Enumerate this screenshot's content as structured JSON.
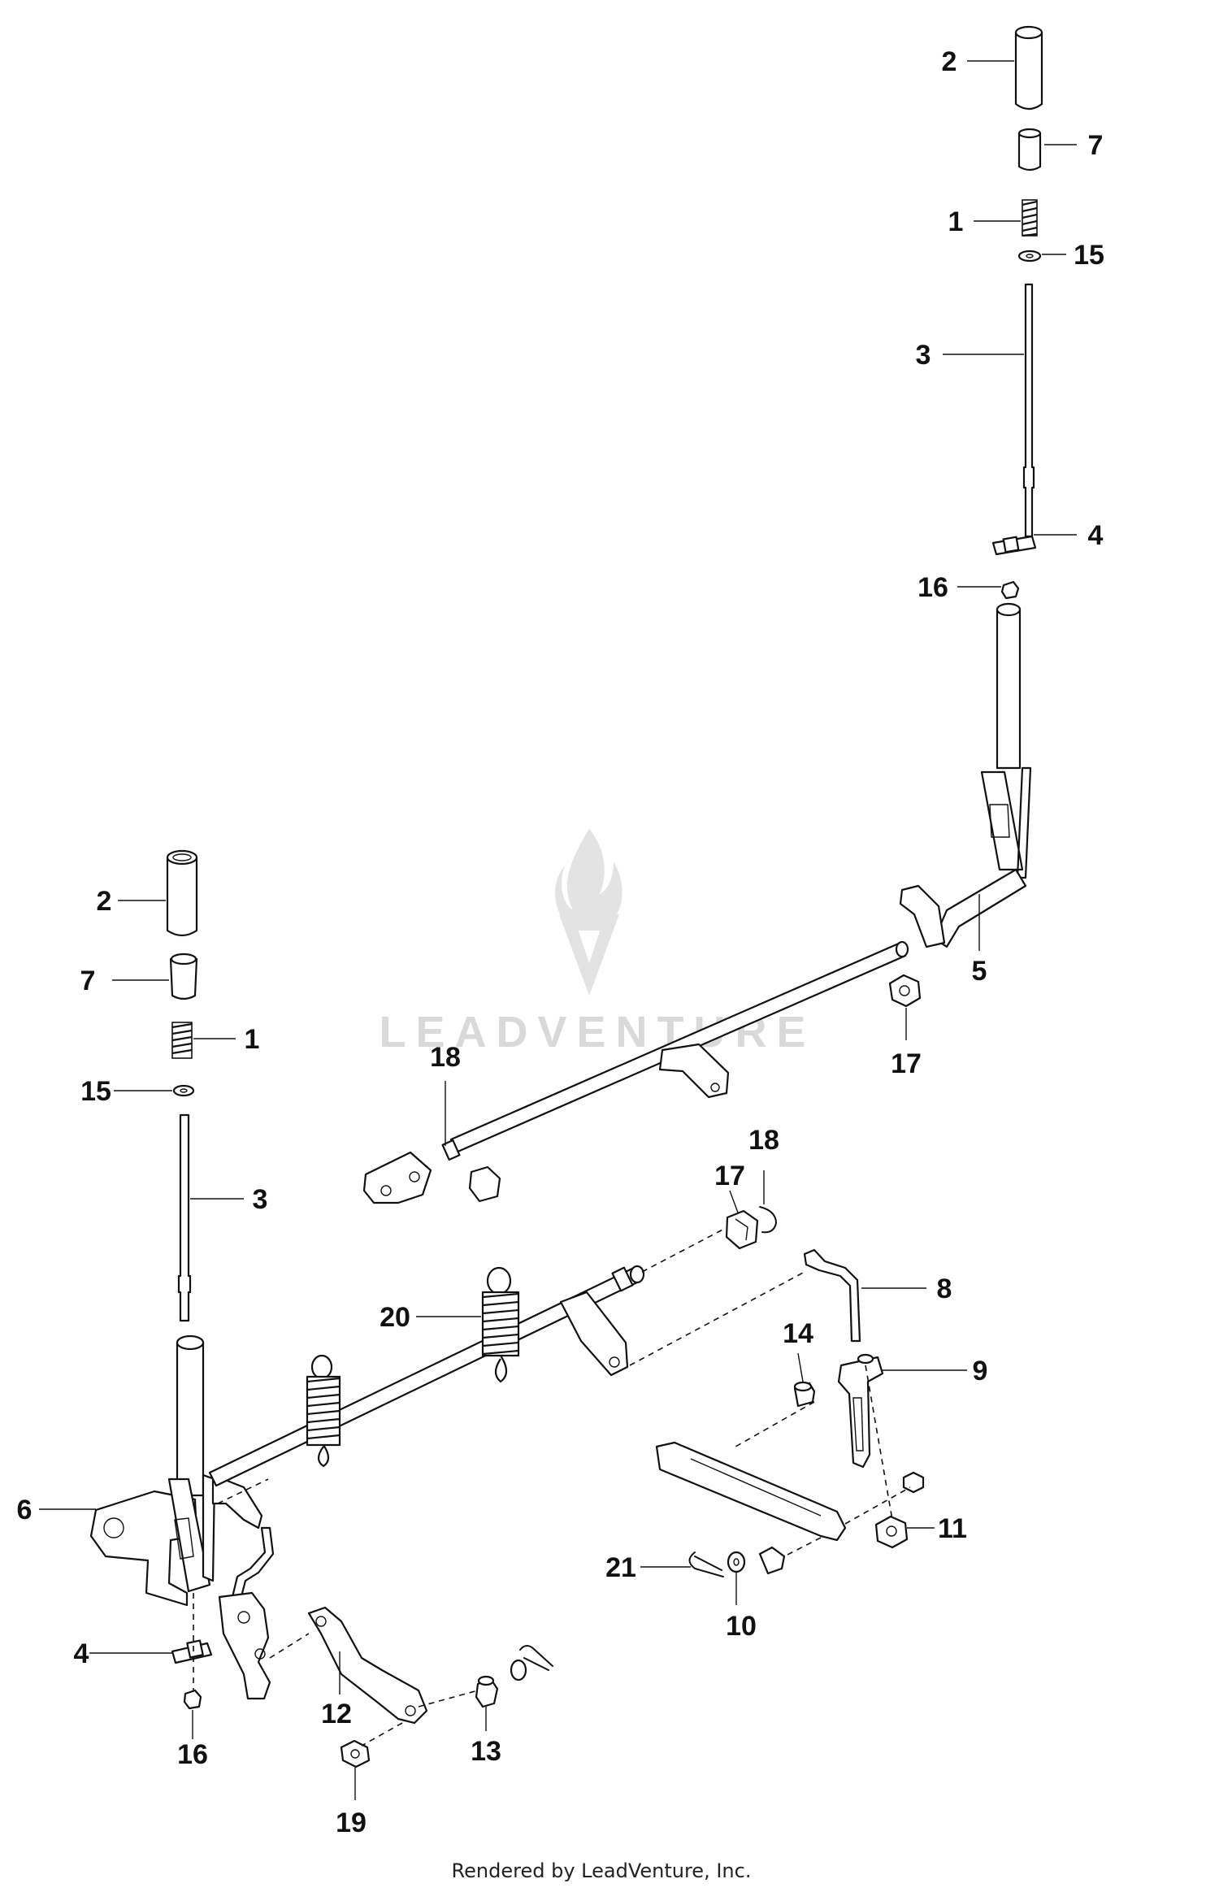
{
  "watermark": {
    "text": "LEADVENTURE",
    "color": "#d9d9d9"
  },
  "footer": {
    "text": "Rendered by LeadVenture, Inc."
  },
  "callouts": {
    "r2": "2",
    "r7": "7",
    "r1": "1",
    "r15": "15",
    "r3": "3",
    "r4": "4",
    "r16": "16",
    "r5": "5",
    "r17": "17",
    "l2": "2",
    "l7": "7",
    "l1": "1",
    "l15": "15",
    "l3": "3",
    "l6": "6",
    "l4": "4",
    "l16": "16",
    "c18a": "18",
    "c17b": "17",
    "c18b": "18",
    "c20": "20",
    "c8": "8",
    "c14": "14",
    "c9": "9",
    "c11": "11",
    "c21": "21",
    "c10": "10",
    "c12": "12",
    "c13": "13",
    "c19": "19"
  },
  "colors": {
    "ink": "#111111",
    "paper": "#ffffff"
  }
}
